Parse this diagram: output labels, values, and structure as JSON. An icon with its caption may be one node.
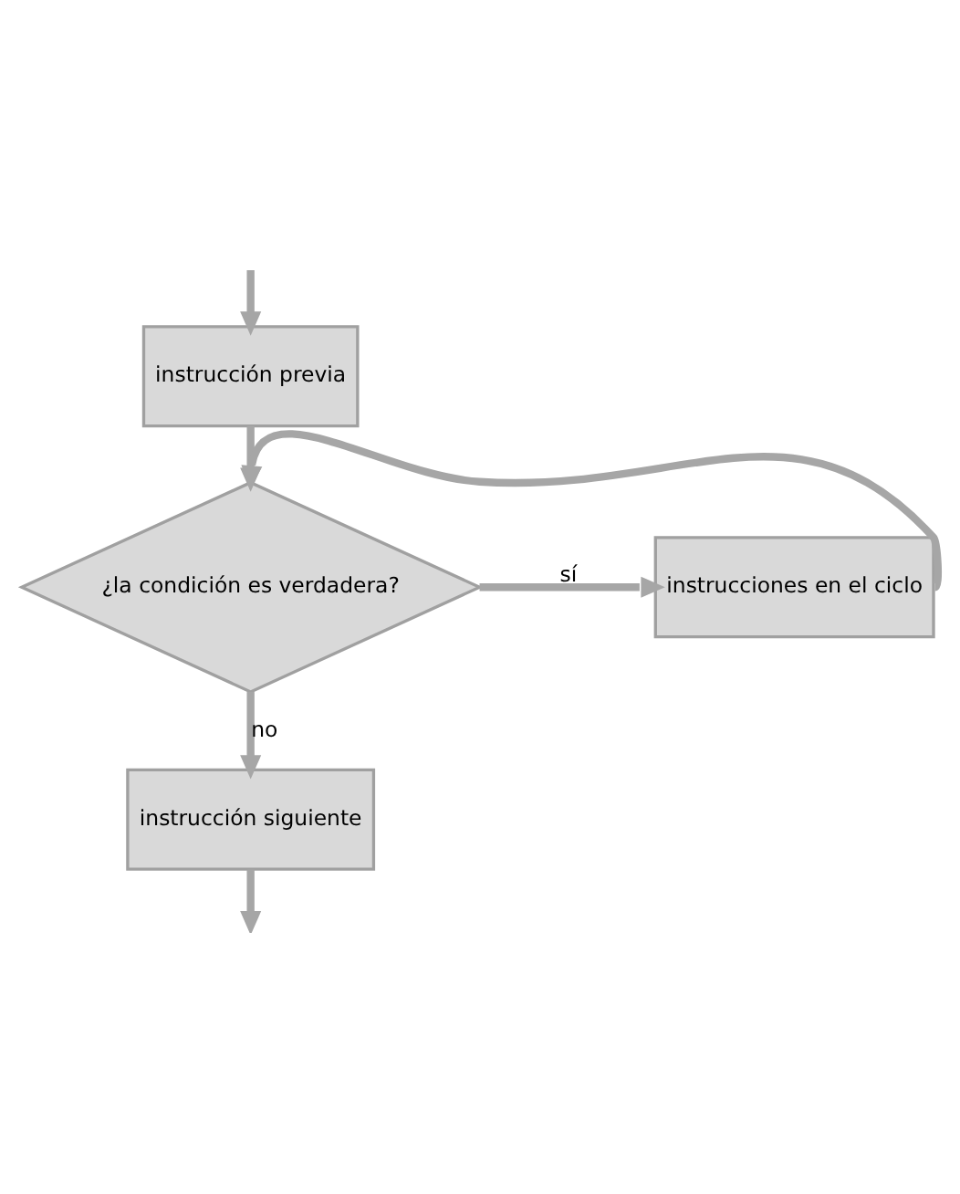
{
  "diagram": {
    "nodes": [
      {
        "text": [
          "instrucción previa"
        ]
      },
      {
        "text": [
          "¿la condición es verdadera?"
        ]
      },
      {
        "text": [
          "instrucciones en el ciclo"
        ]
      },
      {
        "text": [
          "instrucción siguiente"
        ]
      }
    ],
    "edges": [
      {
        "from": null,
        "to": 0,
        "arrow": "to"
      },
      {
        "from": 0,
        "to": 1,
        "arrow": "to"
      },
      {
        "from": 1,
        "to": 2,
        "arrow": "to",
        "label": "sí"
      },
      {
        "from": 2,
        "to": 1,
        "arrow": "to"
      },
      {
        "from": 1,
        "to": 3,
        "arrow": "to",
        "label": "no"
      },
      {
        "from": 3,
        "to": null,
        "arrow": "to"
      }
    ]
  }
}
